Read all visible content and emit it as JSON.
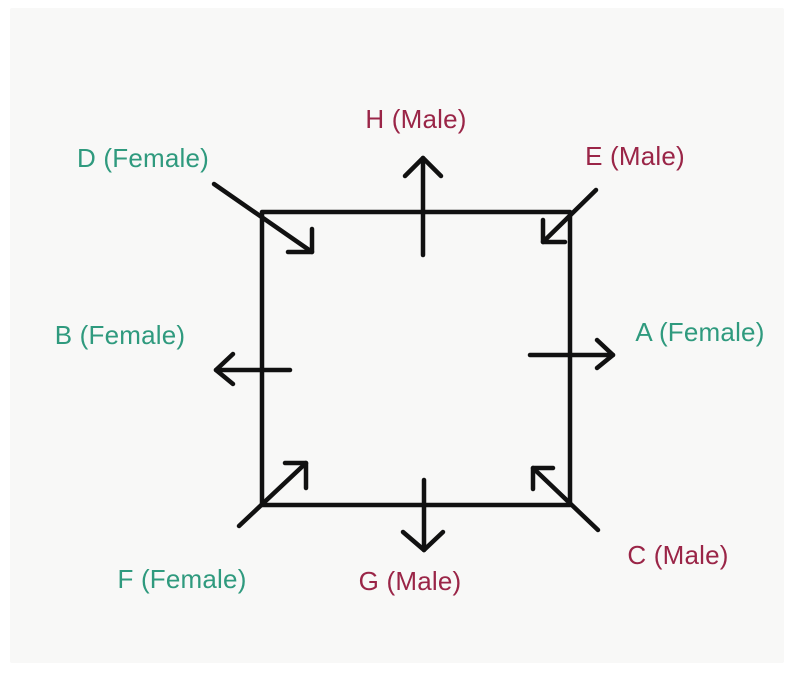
{
  "colors": {
    "female": "#2f9a7e",
    "male": "#9a2547",
    "line": "#111111"
  },
  "people": {
    "H": {
      "label": "H (Male)",
      "gender": "male",
      "facing": "outward"
    },
    "E": {
      "label": "E (Male)",
      "gender": "male",
      "facing": "inward"
    },
    "D": {
      "label": "D (Female)",
      "gender": "female",
      "facing": "inward"
    },
    "B": {
      "label": "B (Female)",
      "gender": "female",
      "facing": "outward"
    },
    "A": {
      "label": "A (Female)",
      "gender": "female",
      "facing": "outward"
    },
    "F": {
      "label": "F (Female)",
      "gender": "female",
      "facing": "inward"
    },
    "G": {
      "label": "G (Male)",
      "gender": "male",
      "facing": "outward"
    },
    "C": {
      "label": "C (Male)",
      "gender": "male",
      "facing": "inward"
    }
  }
}
